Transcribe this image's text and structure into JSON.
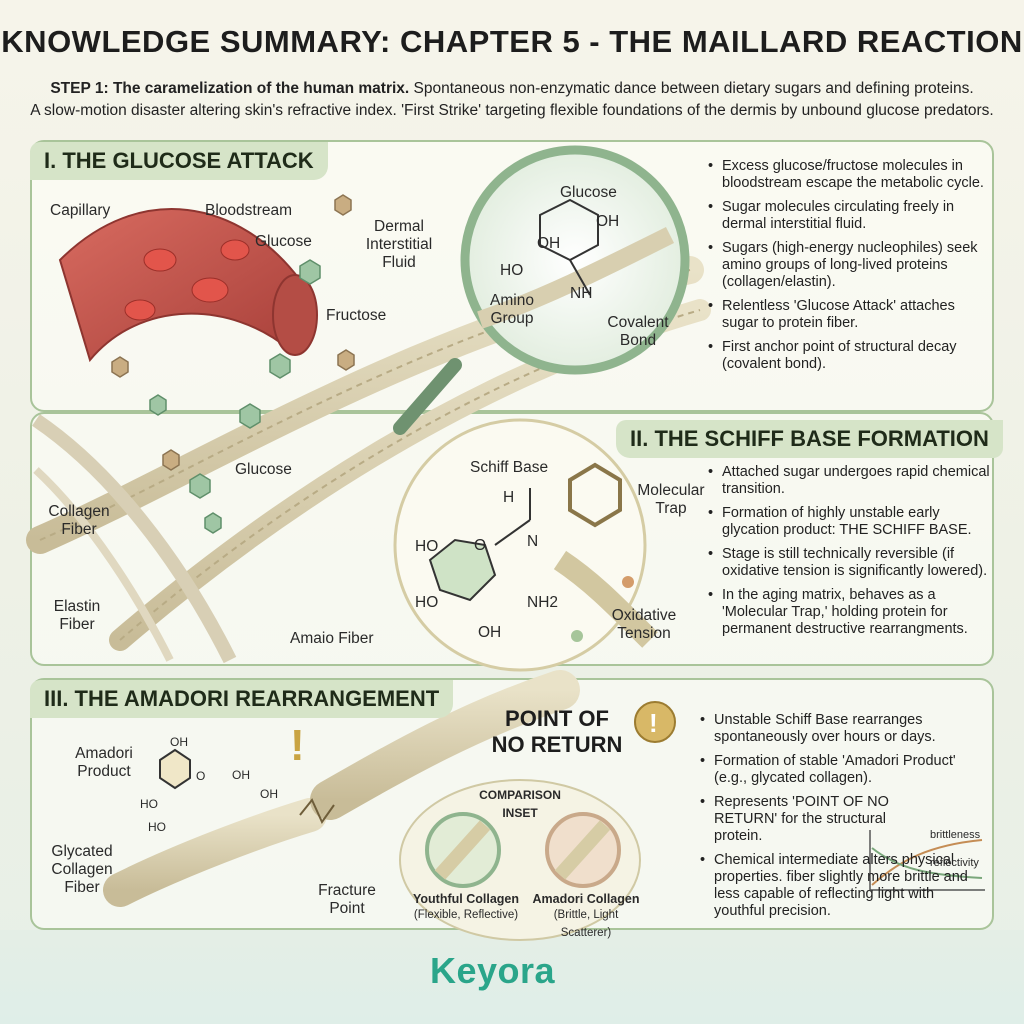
{
  "title": "KNOWLEDGE SUMMARY: CHAPTER 5 - THE MAILLARD REACTION",
  "intro": {
    "step_label": "STEP 1: The caramelization of the human matrix.",
    "line1_rest": " Spontaneous non-enzymatic dance between dietary sugars and defining proteins.",
    "line2": "A slow-motion disaster altering skin's refractive index. 'First Strike' targeting flexible foundations of the dermis by unbound glucose predators."
  },
  "section1": {
    "heading": "I. THE GLUCOSE ATTACK",
    "labels": {
      "capillary": "Capillary",
      "bloodstream": "Bloodstream",
      "glucose_top": "Glucose",
      "dermal": "Dermal Interstitial Fluid",
      "fructose": "Fructose",
      "glucose_mid": "Glucose",
      "collagen": "Collagen Fiber",
      "elastin": "Elastin Fiber",
      "amino_fiber": "Amaio Fiber",
      "mag_glucose": "Glucose",
      "oh1": "OH",
      "oh2": "OH",
      "ho": "HO",
      "nh": "NH",
      "amino_group": "Amino Group",
      "covalent": "Covalent Bond"
    },
    "bullets": [
      "Excess glucose/fructose molecules in bloodstream escape the metabolic cycle.",
      "Sugar molecules circulating freely in dermal interstitial fluid.",
      "Sugars (high-energy nucleophiles) seek amino groups of long-lived proteins (collagen/elastin).",
      "Relentless 'Glucose Attack' attaches sugar to protein fiber.",
      "First anchor point of structural decay (covalent bond)."
    ]
  },
  "section2": {
    "heading": "II. THE SCHIFF BASE FORMATION",
    "labels": {
      "schiff": "Schiff Base",
      "trap": "Molecular Trap",
      "oxidative": "Oxidative Tension",
      "ho1": "HO",
      "ho2": "HO",
      "oh": "OH",
      "o": "O",
      "n": "N",
      "h": "H",
      "nh2": "NH2"
    },
    "bullets": [
      "Attached sugar undergoes rapid chemical transition.",
      "Formation of highly unstable early glycation product: THE SCHIFF BASE.",
      "Stage is still technically reversible (if oxidative tension is significantly lowered).",
      "In the aging matrix, behaves as a 'Molecular Trap,' holding protein for permanent destructive rearrangments."
    ]
  },
  "section3": {
    "heading": "III. THE AMADORI REARRANGEMENT",
    "labels": {
      "amadori_product": "Amadori Product",
      "glycated": "Glycated Collagen Fiber",
      "fracture": "Fracture Point",
      "point_of_no_return": "POINT OF NO RETURN",
      "comparison_inset": "COMPARISON INSET",
      "youthful": "Youthful Collagen",
      "youthful_sub": "(Flexible, Reflective)",
      "amadori_collagen": "Amadori Collagen",
      "amadori_sub": "(Brittle, Light Scatterer)",
      "brittleness": "brittleness",
      "reflectivity": "reflectivity",
      "oh_a": "OH",
      "oh_b": "OH",
      "oh_c": "OH",
      "ho_a": "HO",
      "ho_b": "HO",
      "o_a": "O"
    },
    "bullets": [
      "Unstable Schiff Base rearranges spontaneously over hours or days.",
      "Formation of stable 'Amadori Product' (e.g., glycated collagen).",
      "Represents 'POINT OF NO RETURN' for the structural protein.",
      "Chemical intermediate alters physical properties. fiber slightly more brittle and less capable of reflecting light with youthful precision."
    ]
  },
  "logo": "Keyora",
  "colors": {
    "accent": "#a9c49a",
    "heading_bg": "#d6e4c8",
    "blood": "#c9524a",
    "fiber": "#d9cfb0",
    "logo": "#2aa58a"
  }
}
